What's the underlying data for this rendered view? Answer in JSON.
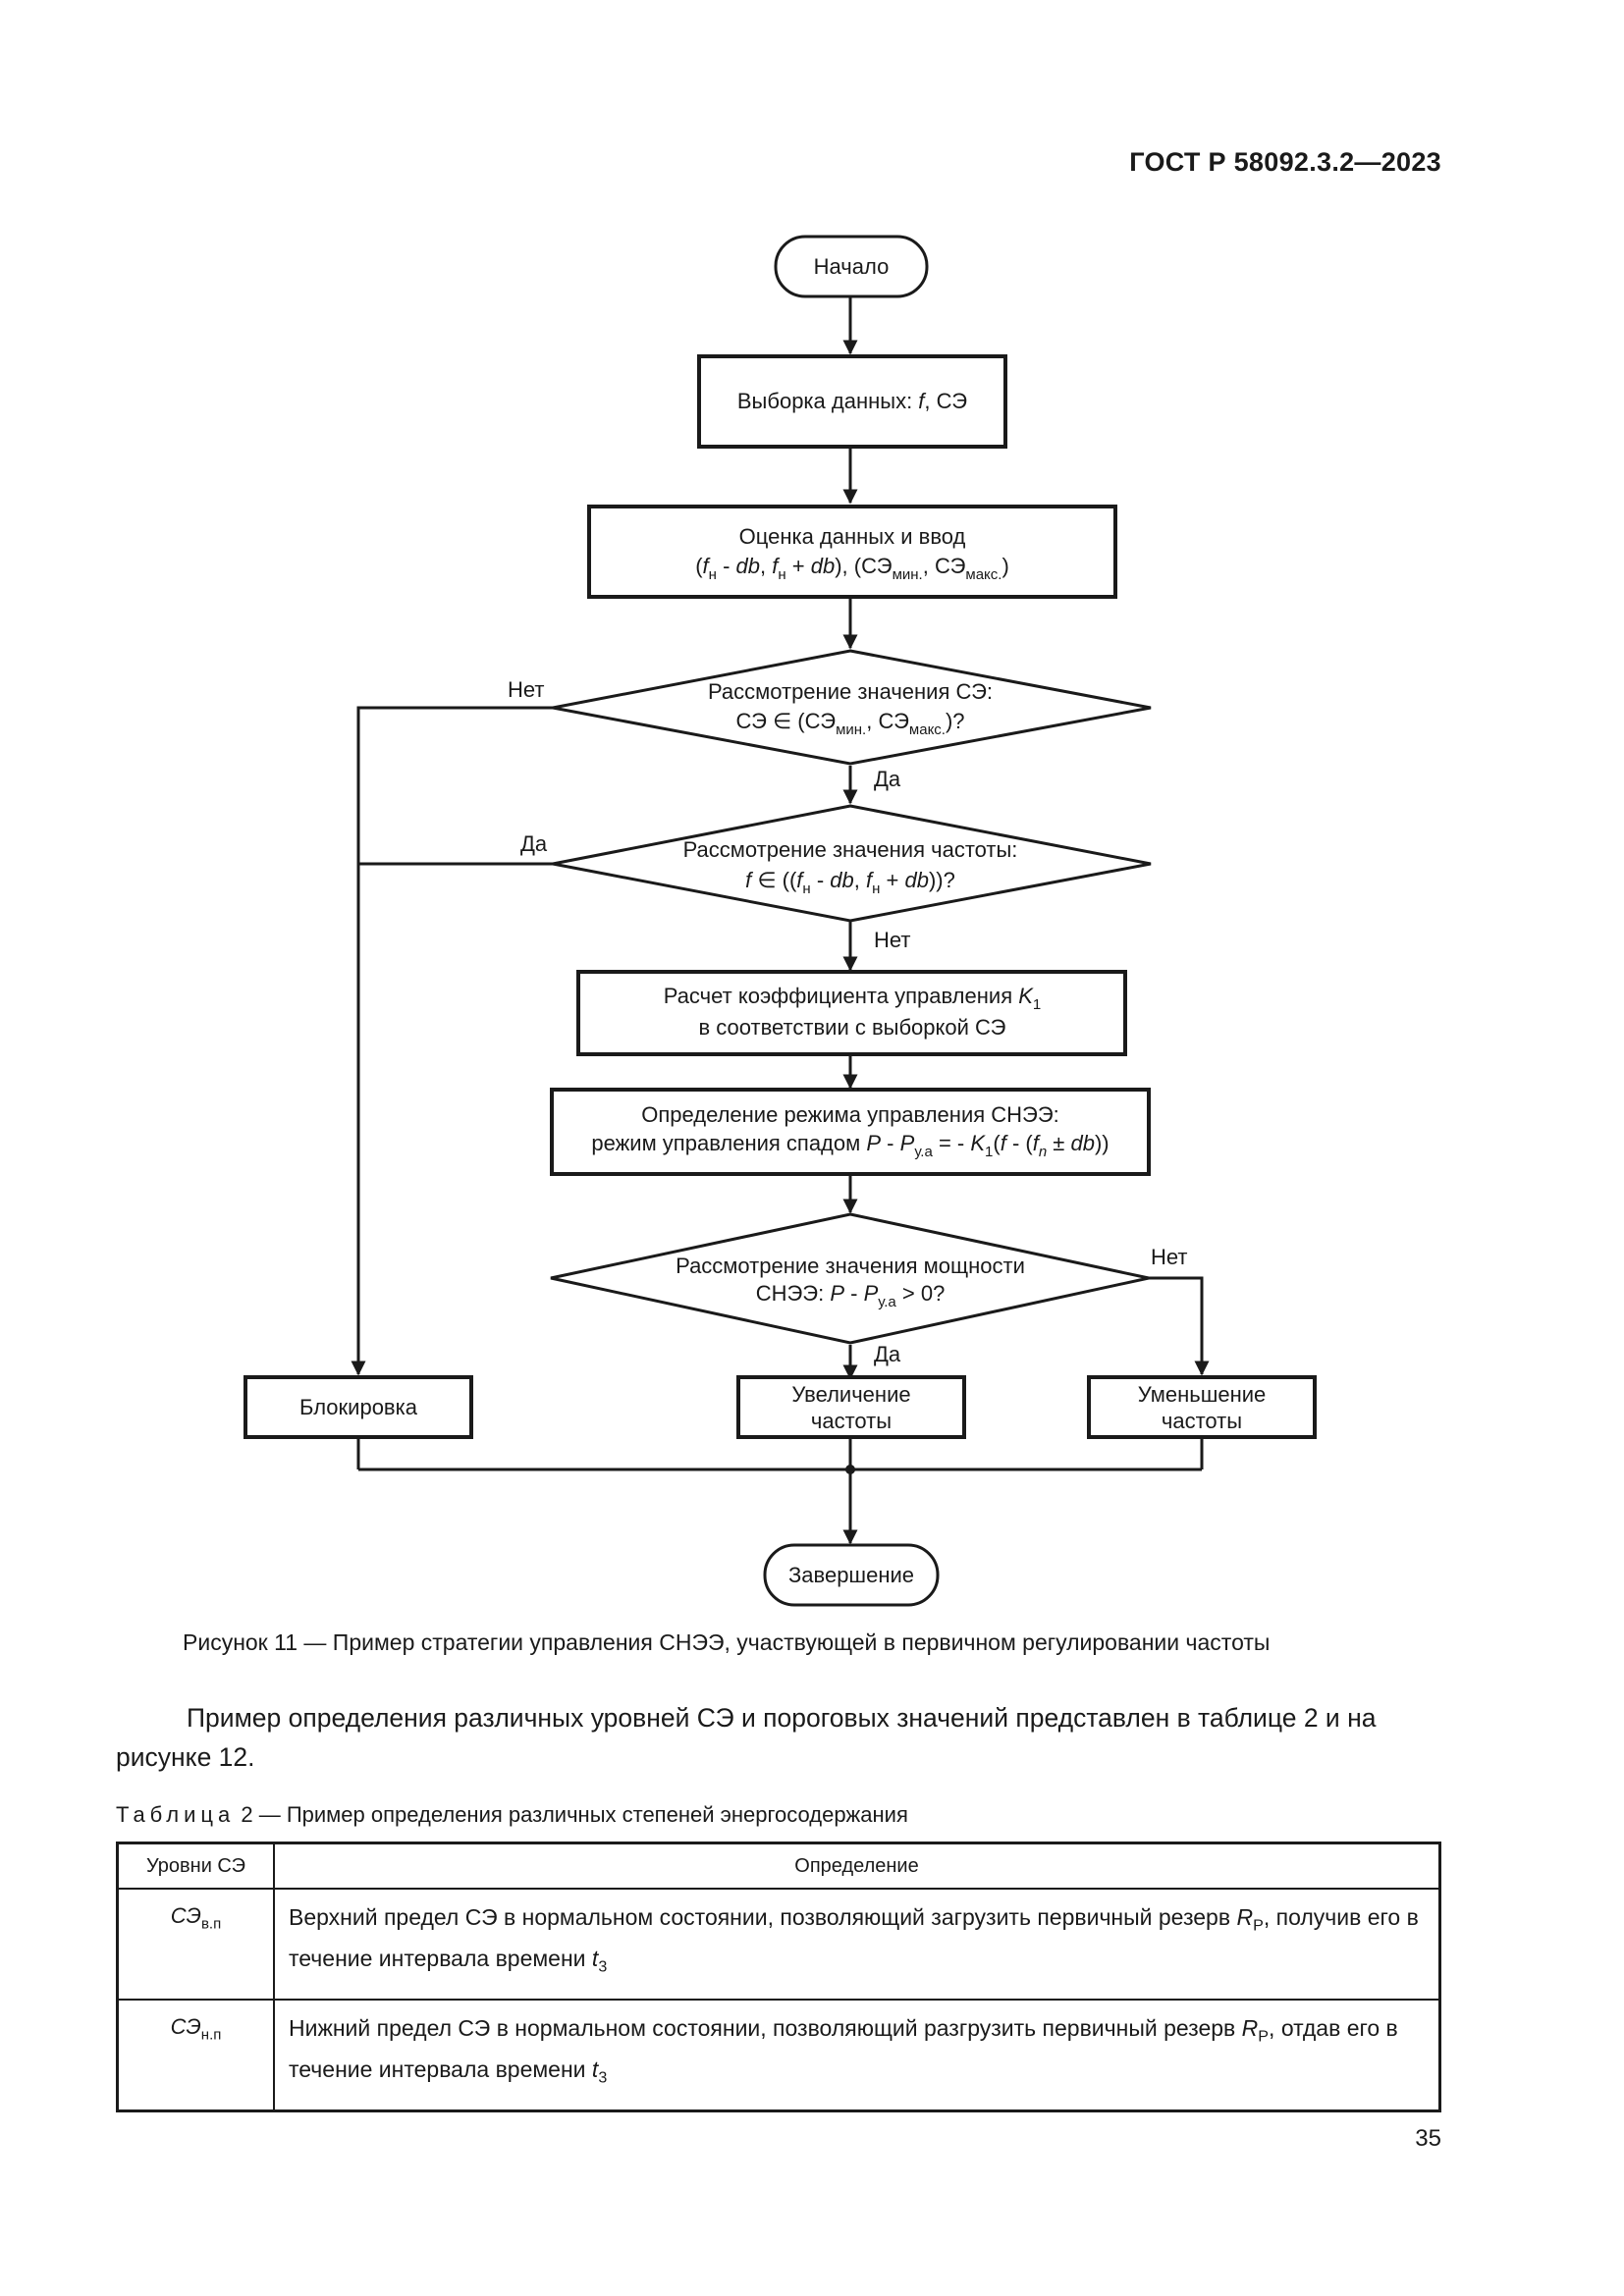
{
  "header": {
    "doc_code": "ГОСТ Р 58092.3.2—2023"
  },
  "flowchart": {
    "start": "Начало",
    "sample": {
      "prefix": "Выборка данных: ",
      "f": "f",
      "suffix": ", СЭ"
    },
    "assess": {
      "line1": "Оценка данных и ввод",
      "open": "(",
      "f1": "f",
      "n1": "н",
      "minus": " - ",
      "db1": "db",
      "sep": ", ",
      "f2": "f",
      "n2": "н",
      "plus": " + ",
      "db2": "db",
      "mid": "), (СЭ",
      "min": "мин.",
      "comma": ", СЭ",
      "max": "макс.",
      "close": ")"
    },
    "decision1": {
      "line1": "Рассмотрение значения СЭ:",
      "pre": "СЭ ∈ (СЭ",
      "min": "мин.",
      "comma": ", СЭ",
      "max": "макс.",
      "post": ")?"
    },
    "decision2": {
      "line1": "Рассмотрение значения частоты:",
      "f0": "f",
      "in": " ∈ ((",
      "f1": "f",
      "n1": "н",
      "minus": " - ",
      "db1": "db",
      "sep": ", ",
      "f2": "f",
      "n2": "н",
      "plus": " + ",
      "db2": "db",
      "close": "))?"
    },
    "coef": {
      "line1_pre": "Расчет коэффициента управления ",
      "K": "K",
      "K_sub": "1",
      "line2": "в соответствии с выборкой СЭ"
    },
    "mode": {
      "line1": "Определение режима управления СНЭЭ:",
      "pre": "режим управления спадом ",
      "P1": "P",
      "dash1": " - ",
      "P2": "P",
      "ya": "у.а",
      "eq": " = - ",
      "K": "K",
      "K_sub": "1",
      "open": "(",
      "f": "f",
      "mid": " - (",
      "fn": "f",
      "n": "n",
      "pm": " ± ",
      "db": "db",
      "close": "))"
    },
    "decision3": {
      "line1": "Рассмотрение значения мощности",
      "pre": "СНЭЭ: ",
      "P1": "P",
      "dash": " - ",
      "P2": "P",
      "ya": "у.а",
      "post": " > 0?"
    },
    "block": "Блокировка",
    "increase": {
      "line1": "Увеличение",
      "line2": "частоты"
    },
    "decrease": {
      "line1": "Уменьшение",
      "line2": "частоты"
    },
    "end": "Завершение",
    "labels": {
      "no1": "Нет",
      "yes1": "Да",
      "yes2": "Да",
      "no2": "Нет",
      "no3": "Нет",
      "yes3": "Да"
    }
  },
  "figure_caption": "Рисунок 11 — Пример стратегии управления СНЭЭ, участвующей в первичном регулировании частоты",
  "paragraph": "Пример определения различных уровней СЭ и пороговых значений представлен в таблице 2 и на рисунке 12.",
  "table_caption": {
    "word": "Таблица",
    "rest": " 2 — Пример определения различных степеней энергосодержания"
  },
  "table": {
    "headers": [
      "Уровни СЭ",
      "Определение"
    ],
    "rows": [
      {
        "level": "СЭ",
        "level_sub": "в.п",
        "def_pre": "Верхний предел СЭ в нормальном состоянии, позволяющий загрузить первичный резерв ",
        "R": "R",
        "R_sub": "P",
        "def_mid": ", получив его в течение интервала времени ",
        "t": "t",
        "t_sub": "3"
      },
      {
        "level": "СЭ",
        "level_sub": "н.п",
        "def_pre": "Нижний предел СЭ в нормальном состоянии, позволяющий разгрузить первичный резерв ",
        "R": "R",
        "R_sub": "P",
        "def_mid": ", отдав его в течение интервала времени ",
        "t": "t",
        "t_sub": "3"
      }
    ]
  },
  "page_number": "35"
}
